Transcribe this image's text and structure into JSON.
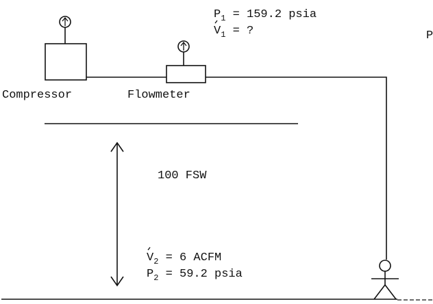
{
  "labels": {
    "compressor": "Compressor",
    "flowmeter": "Flowmeter",
    "depth": "100 FSW",
    "edge_fragment": "P"
  },
  "surface": {
    "pressure": {
      "symbol": "P",
      "subscript": "1",
      "rest": " = 159.2 psia"
    },
    "flow": {
      "symbol": "V",
      "subscript": "1",
      "rest": " = ?"
    }
  },
  "bottom": {
    "flow": {
      "symbol": "V",
      "subscript": "2",
      "rest": " = 6 ACFM"
    },
    "pressure": {
      "symbol": "P",
      "subscript": "2",
      "rest": " = 59.2 psia"
    }
  },
  "icons": [
    "pressure-gauge-icon",
    "pressure-gauge-icon",
    "diver-icon",
    "double-arrow-icon"
  ]
}
